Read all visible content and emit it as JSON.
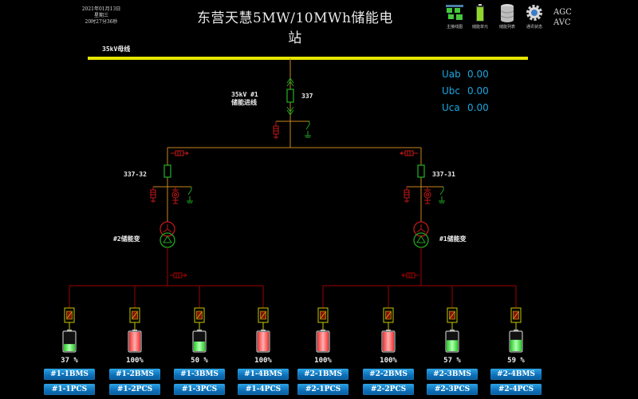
{
  "header": {
    "date": "2021年01月13日",
    "weekday": "星期三",
    "time": "20时27分36秒",
    "title": "东营天慧5MW/10MWh储能电站"
  },
  "nav": [
    {
      "label": "主接线图",
      "icon": "single-line-diagram-icon"
    },
    {
      "label": "储能单元",
      "icon": "battery-unit-icon"
    },
    {
      "label": "储能列表",
      "icon": "database-list-icon"
    },
    {
      "label": "通讯状态",
      "icon": "gear-icon"
    }
  ],
  "agc_avc": {
    "agc": "AGC",
    "avc": "AVC"
  },
  "diagram": {
    "bus_label": "35kV母线",
    "incoming_line": {
      "label_line1": "35kV #1",
      "label_line2": "储能进线",
      "breaker": "337"
    },
    "left_branch": {
      "breaker": "337-32",
      "transformer": "#2储能变"
    },
    "right_branch": {
      "breaker": "337-31",
      "transformer": "#1储能变"
    },
    "colors": {
      "bus": "#e6e600",
      "line": "#c8861e",
      "lv_line": "#a00000",
      "breaker_closed": "#1fa51f",
      "ground_switch": "#1fa51f",
      "arrester": "#c01818",
      "pcs": "#c8c800"
    }
  },
  "measurements": [
    {
      "label": "Uab",
      "value": "0.00"
    },
    {
      "label": "Ubc",
      "value": "0.00"
    },
    {
      "label": "Uca",
      "value": "0.00"
    }
  ],
  "units": [
    {
      "soc": 37,
      "soc_text": "37 %",
      "bms": "#1-1BMS",
      "pcs": "#1-1PCS",
      "state": "green"
    },
    {
      "soc": 100,
      "soc_text": "100%",
      "bms": "#1-2BMS",
      "pcs": "#1-2PCS",
      "state": "red"
    },
    {
      "soc": 50,
      "soc_text": "50 %",
      "bms": "#1-3BMS",
      "pcs": "#1-3PCS",
      "state": "green"
    },
    {
      "soc": 100,
      "soc_text": "100%",
      "bms": "#1-4BMS",
      "pcs": "#1-4PCS",
      "state": "red"
    },
    {
      "soc": 100,
      "soc_text": "100%",
      "bms": "#2-1BMS",
      "pcs": "#2-1PCS",
      "state": "red"
    },
    {
      "soc": 100,
      "soc_text": "100%",
      "bms": "#2-2BMS",
      "pcs": "#2-2PCS",
      "state": "red"
    },
    {
      "soc": 57,
      "soc_text": "57 %",
      "bms": "#2-3BMS",
      "pcs": "#2-3PCS",
      "state": "green"
    },
    {
      "soc": 59,
      "soc_text": "59 %",
      "bms": "#2-4BMS",
      "pcs": "#2-4PCS",
      "state": "green"
    }
  ]
}
